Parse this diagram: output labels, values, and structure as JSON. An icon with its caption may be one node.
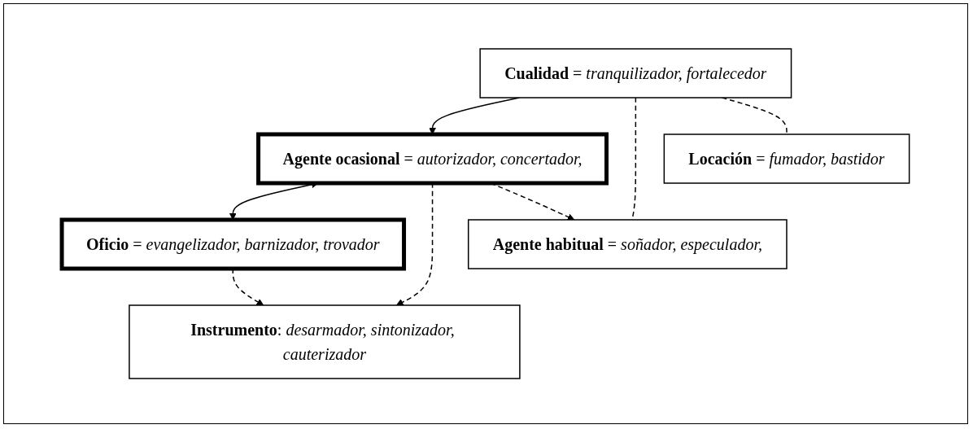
{
  "diagram": {
    "nodes": [
      {
        "text": [
          "**Cualidad** = *tranquilizador, fortalecedor*"
        ]
      },
      {
        "text": [
          "**Agente ocasional** = *autorizador, concertador,*"
        ]
      },
      {
        "text": [
          "**Oficio** = *evangelizador, barnizador, trovador*"
        ]
      },
      {
        "text": [
          "**Instrumento**: *desarmador, sintonizador, cauterizador*"
        ]
      },
      {
        "text": [
          "**Agente habitual** = *soñador, especulador,*"
        ]
      },
      {
        "text": [
          "**Locación** = *fumador, bastidor*"
        ]
      }
    ],
    "edges": [
      {
        "from": 0,
        "to": 1,
        "arrow": "to"
      },
      {
        "from": 1,
        "to": 2,
        "arrow": "both"
      },
      {
        "from": 1,
        "to": 3,
        "arrow": "to",
        "style": "dashed"
      },
      {
        "from": 1,
        "to": 4,
        "arrow": "to",
        "style": "dashed"
      },
      {
        "from": 2,
        "to": 3,
        "arrow": "to",
        "style": "dashed"
      },
      {
        "from": 0,
        "to": 4,
        "arrow": "none",
        "style": "dashed"
      },
      {
        "from": 0,
        "to": 5,
        "arrow": "none",
        "style": "dashed"
      }
    ]
  }
}
